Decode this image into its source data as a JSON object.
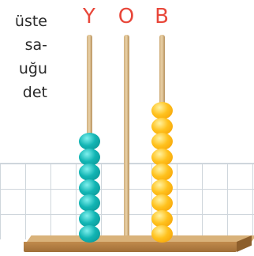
{
  "text_lines": [
    "üste",
    "sa-",
    "uğu",
    "det"
  ],
  "abacus": {
    "columns": [
      {
        "label": "Y",
        "beads": 7,
        "color": "teal"
      },
      {
        "label": "O",
        "beads": 0,
        "color": "none"
      },
      {
        "label": "B",
        "beads": 9,
        "color": "yellow"
      }
    ]
  },
  "colors": {
    "label": "#e8473a",
    "teal_bead": "#12b5b4",
    "yellow_bead": "#ffc21e",
    "rod": "#d9b27a",
    "base": "#c08a4c"
  }
}
